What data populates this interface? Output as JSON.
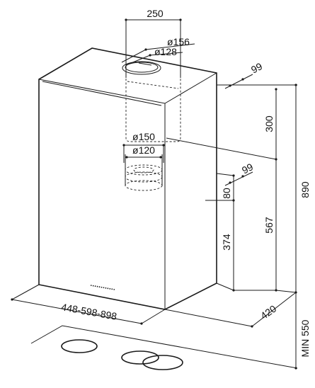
{
  "dimensions": {
    "duct_spacing": "250",
    "outlet_outer_diameter": "ø156",
    "outlet_inner_diameter": "ø128",
    "top_offset": "99",
    "mid_offset": "99",
    "chimney_height": "300",
    "overall_height": "890",
    "cutout_outer_diameter": "ø150",
    "cutout_inner_diameter": "ø120",
    "cutout_offset": "80",
    "body_height": "567",
    "cutout_height": "374",
    "widths": "448-598-898",
    "depth": "420",
    "min_clearance": "MIN 550"
  }
}
